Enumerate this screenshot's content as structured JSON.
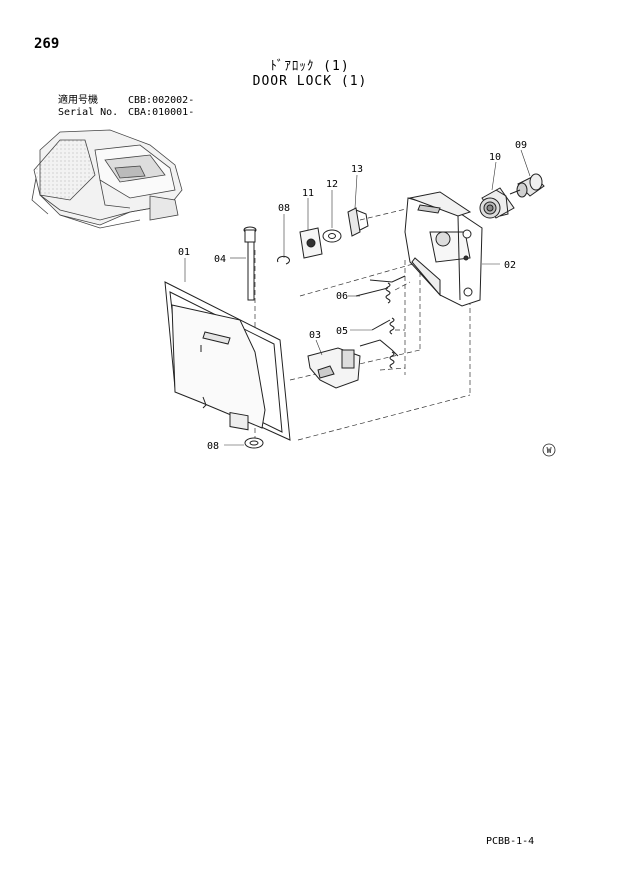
{
  "page": {
    "number": "269",
    "title_jp": "ﾄﾞｱﾛｯｸ (1)",
    "title_en": "DOOR LOCK (1)",
    "figure_code": "PCBB-1-4"
  },
  "serial": {
    "applicable_label": "適用号機",
    "applicable_value": "CBB:002002-",
    "serial_label": "Serial No.",
    "serial_value": "CBA:010001-"
  },
  "parts": {
    "p01": "01",
    "p02": "02",
    "p03": "03",
    "p04": "04",
    "p05": "05",
    "p06": "06",
    "p08a": "08",
    "p08b": "08",
    "p09": "09",
    "p10": "10",
    "p11": "11",
    "p12": "12",
    "p13": "13"
  },
  "symbols": {
    "w_mark": "W"
  }
}
